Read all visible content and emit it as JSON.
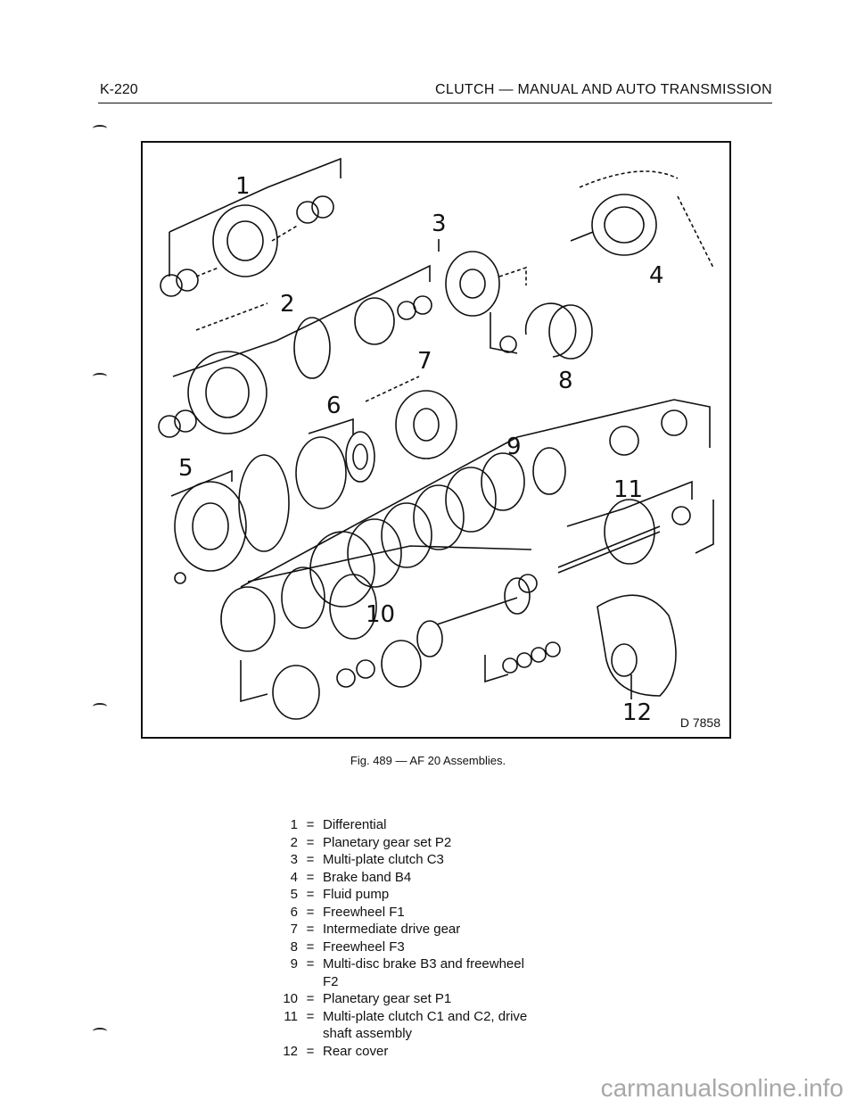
{
  "header": {
    "page_number": "K-220",
    "chapter_title": "CLUTCH — MANUAL AND AUTO TRANSMISSION"
  },
  "figure": {
    "callouts": [
      "1",
      "2",
      "3",
      "4",
      "5",
      "6",
      "7",
      "8",
      "9",
      "10",
      "11",
      "12"
    ],
    "drawing_code": "D 7858",
    "caption": "Fig. 489 — AF 20 Assemblies."
  },
  "legend": [
    {
      "num": "1",
      "eq": "=",
      "text": "Differential"
    },
    {
      "num": "2",
      "eq": "=",
      "text": "Planetary gear set P2"
    },
    {
      "num": "3",
      "eq": "=",
      "text": "Multi-plate clutch C3"
    },
    {
      "num": "4",
      "eq": "=",
      "text": "Brake band B4"
    },
    {
      "num": "5",
      "eq": "=",
      "text": "Fluid pump"
    },
    {
      "num": "6",
      "eq": "=",
      "text": "Freewheel F1"
    },
    {
      "num": "7",
      "eq": "=",
      "text": "Intermediate drive gear"
    },
    {
      "num": "8",
      "eq": "=",
      "text": "Freewheel F3"
    },
    {
      "num": "9",
      "eq": "=",
      "text": "Multi-disc brake B3 and freewheel"
    },
    {
      "num": "",
      "eq": "",
      "text": "F2"
    },
    {
      "num": "10",
      "eq": "=",
      "text": "Planetary gear set P1"
    },
    {
      "num": "11",
      "eq": "=",
      "text": "Multi-plate clutch C1 and C2, drive"
    },
    {
      "num": "",
      "eq": "",
      "text": "shaft assembly"
    },
    {
      "num": "12",
      "eq": "=",
      "text": "Rear cover"
    }
  ],
  "watermark": "carmanualsonline.info"
}
